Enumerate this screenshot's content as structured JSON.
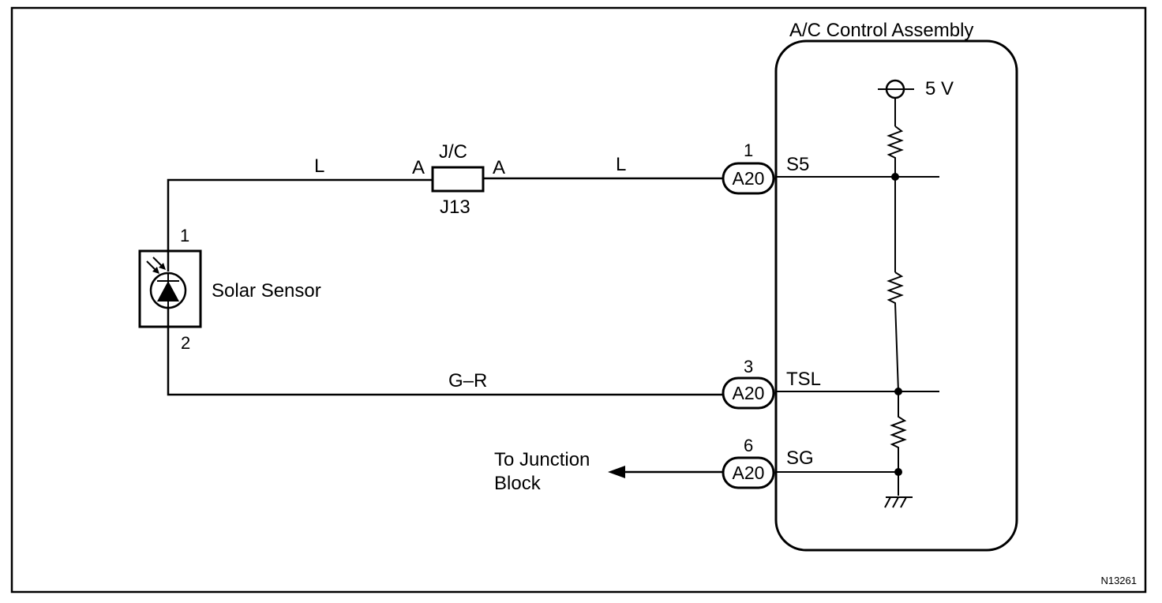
{
  "assembly": {
    "title": "A/C Control Assembly",
    "supply": "5 V"
  },
  "wires": {
    "upper_left": "L",
    "upper_right": "L",
    "lower": "G–R"
  },
  "junction": {
    "name": "J/C",
    "code": "J13",
    "left_terminal": "A",
    "right_terminal": "A"
  },
  "sensor": {
    "name": "Solar Sensor",
    "pin_top": "1",
    "pin_bottom": "2"
  },
  "connectors": [
    {
      "pin": "1",
      "label": "A20",
      "signal": "S5"
    },
    {
      "pin": "3",
      "label": "A20",
      "signal": "TSL"
    },
    {
      "pin": "6",
      "label": "A20",
      "signal": "SG"
    }
  ],
  "destination": {
    "line1": "To Junction",
    "line2": "Block"
  },
  "figure_id": "N13261"
}
